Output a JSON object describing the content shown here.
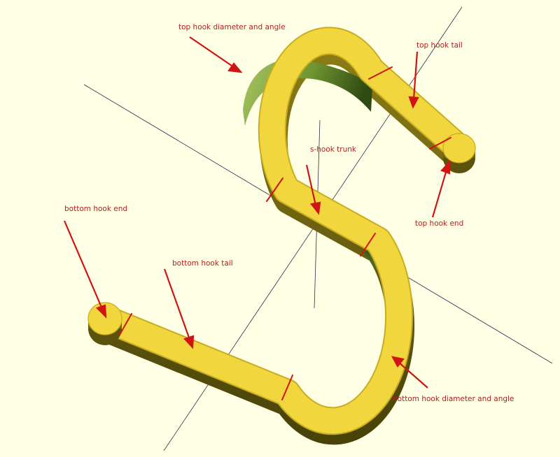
{
  "viewport": {
    "background": "#ffffe6",
    "axis_color": "#2b2b4f",
    "colors": {
      "hook_top": "#f2d63e",
      "hook_edge": "#c9ad20",
      "hook_side_dark": "#5b520c",
      "hook_side_mid": "#8b7c16",
      "inner_green_light": "#9fc25b",
      "inner_green_dark": "#2f4a12",
      "segment_marker": "#d01414",
      "arrow": "#d01414",
      "label_text": "#b02020"
    }
  },
  "labels": {
    "top_hook_diameter": "top hook diameter and angle",
    "top_hook_tail": "top hook tail",
    "shook_trunk": "s-hook trunk",
    "top_hook_end": "top hook end",
    "bottom_hook_end": "bottom hook end",
    "bottom_hook_tail": "bottom hook tail",
    "bottom_hook_diameter": "bottom hook diameter and angle"
  }
}
